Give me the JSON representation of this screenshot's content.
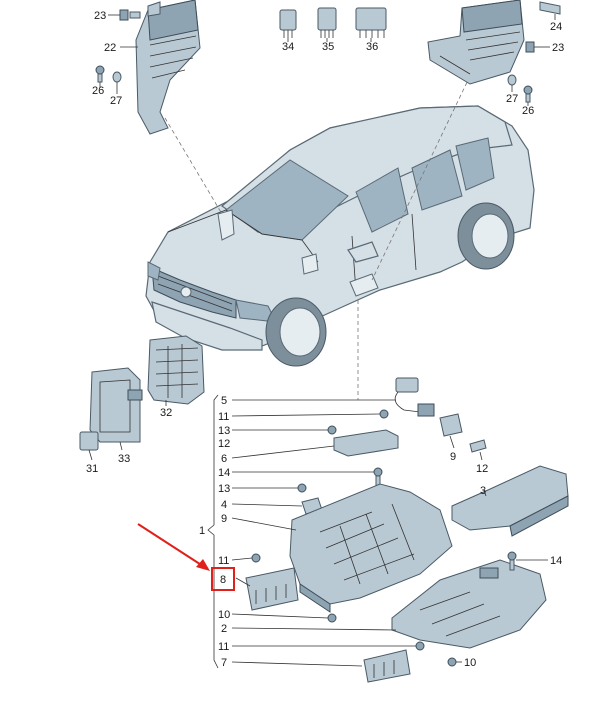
{
  "callouts": [
    {
      "id": "c23a",
      "text": "23"
    },
    {
      "id": "c22",
      "text": "22"
    },
    {
      "id": "c26a",
      "text": "26"
    },
    {
      "id": "c27a",
      "text": "27"
    },
    {
      "id": "c34",
      "text": "34"
    },
    {
      "id": "c35",
      "text": "35"
    },
    {
      "id": "c36",
      "text": "36"
    },
    {
      "id": "c24",
      "text": "24"
    },
    {
      "id": "c23b",
      "text": "23"
    },
    {
      "id": "c27b",
      "text": "27"
    },
    {
      "id": "c26b",
      "text": "26"
    },
    {
      "id": "c32",
      "text": "32"
    },
    {
      "id": "c31",
      "text": "31"
    },
    {
      "id": "c33",
      "text": "33"
    },
    {
      "id": "c5",
      "text": "5"
    },
    {
      "id": "c11a",
      "text": "11"
    },
    {
      "id": "c13a",
      "text": "13"
    },
    {
      "id": "c12a",
      "text": "12"
    },
    {
      "id": "c6",
      "text": "6"
    },
    {
      "id": "c14a",
      "text": "14"
    },
    {
      "id": "c13b",
      "text": "13"
    },
    {
      "id": "c4",
      "text": "4"
    },
    {
      "id": "c9a",
      "text": "9"
    },
    {
      "id": "c1",
      "text": "1"
    },
    {
      "id": "c11b",
      "text": "11"
    },
    {
      "id": "c8",
      "text": "8"
    },
    {
      "id": "c10a",
      "text": "10"
    },
    {
      "id": "c2",
      "text": "2"
    },
    {
      "id": "c11c",
      "text": "11"
    },
    {
      "id": "c7",
      "text": "7"
    },
    {
      "id": "c9b",
      "text": "9"
    },
    {
      "id": "c12b",
      "text": "12"
    },
    {
      "id": "c3",
      "text": "3"
    },
    {
      "id": "c14b",
      "text": "14"
    },
    {
      "id": "c10b",
      "text": "10"
    }
  ],
  "colors": {
    "highlight_box": "#e0201b",
    "arrow": "#e0201b",
    "part_fill": "#b9c9d3",
    "part_dark": "#8fa4b2",
    "body_fill": "#d4dfe6",
    "glass_fill": "#9fb4c2",
    "line": "#333333"
  }
}
